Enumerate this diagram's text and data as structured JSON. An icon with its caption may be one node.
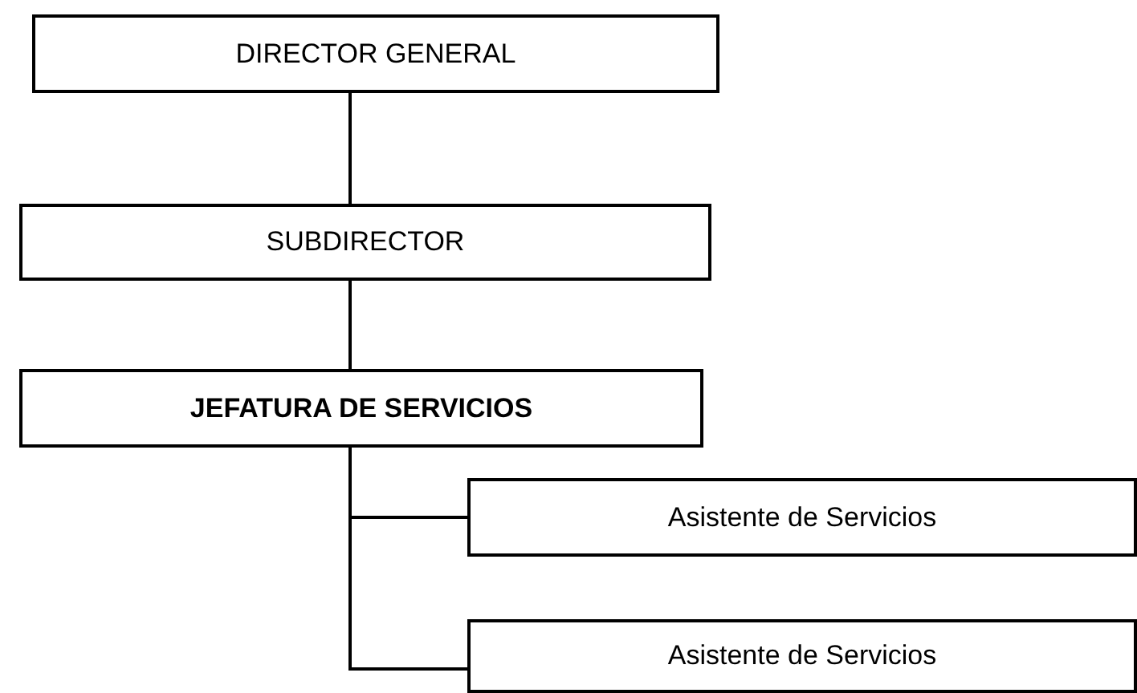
{
  "diagram": {
    "nodes": [
      {
        "text": [
          "DIRECTOR GENERAL"
        ]
      },
      {
        "text": [
          "SUBDIRECTOR"
        ]
      },
      {
        "text": [
          "JEFATURA DE SERVICIOS"
        ]
      },
      {
        "text": [
          "Asistente de Servicios"
        ]
      },
      {
        "text": [
          "Asistente de Servicios"
        ]
      }
    ],
    "edges": [
      {
        "from": 0,
        "to": 1,
        "arrow": "none"
      },
      {
        "from": 1,
        "to": 2,
        "arrow": "none"
      },
      {
        "from": 2,
        "to": 3,
        "arrow": "none"
      },
      {
        "from": 2,
        "to": 4,
        "arrow": "none"
      }
    ]
  }
}
